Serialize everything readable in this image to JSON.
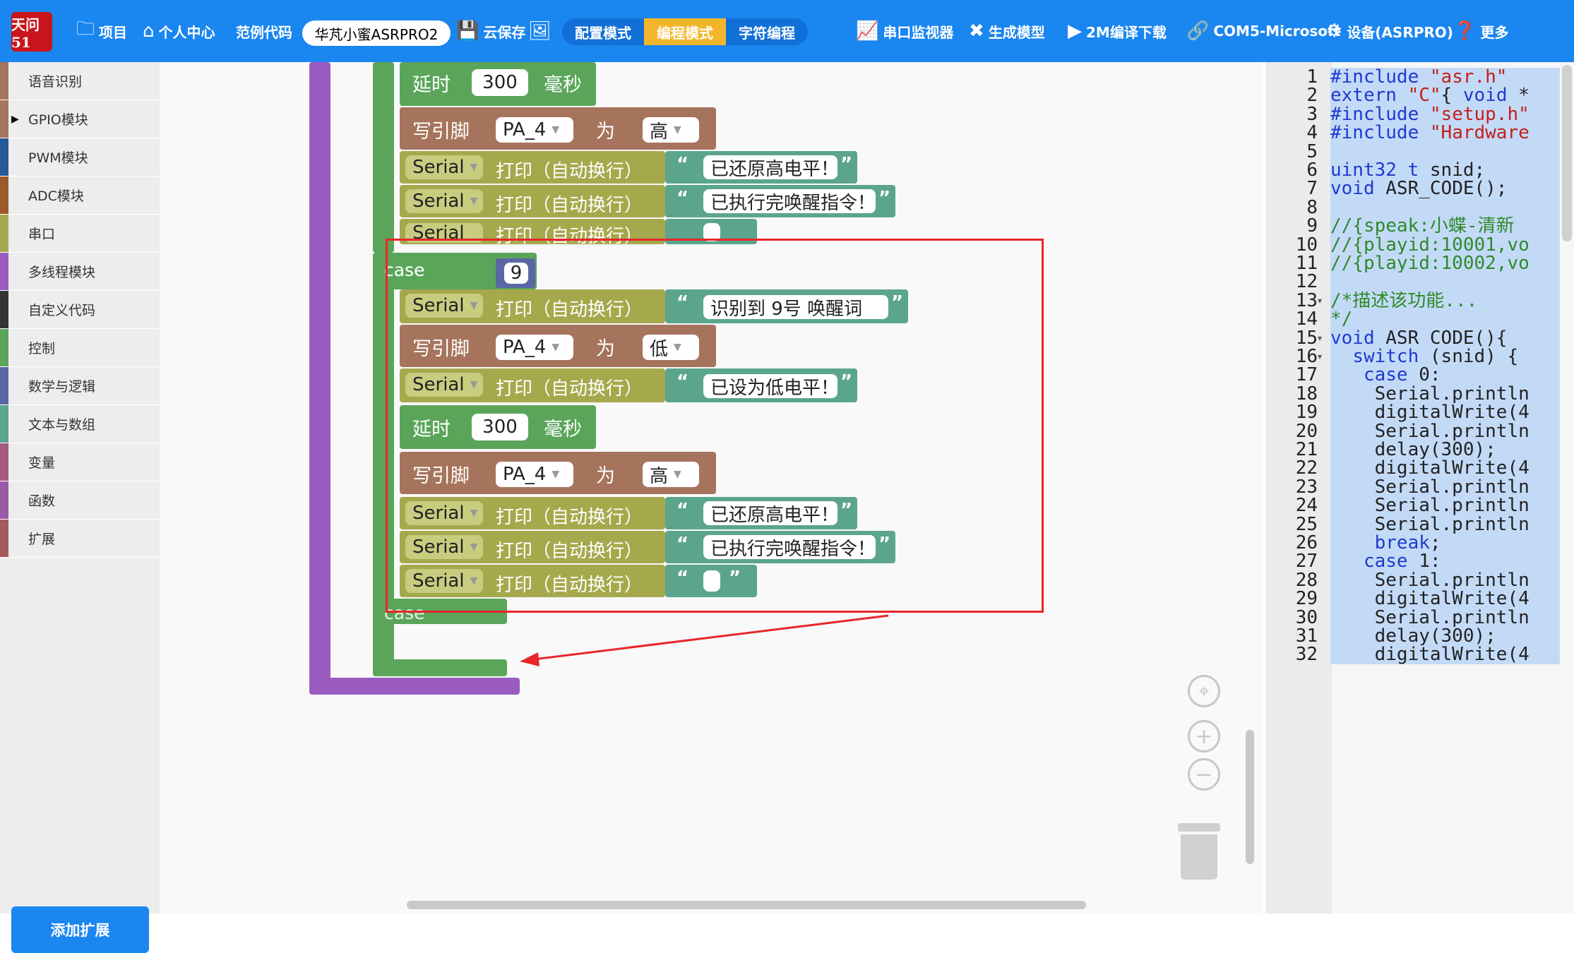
{
  "toolbar": {
    "logo_text": "天问51",
    "project": "项目",
    "personal": "个人中心",
    "examples": "范例代码",
    "board": "华芃小蜜ASRPRO2",
    "cloud_save": "云保存",
    "modes": [
      "配置模式",
      "编程模式",
      "字符编程"
    ],
    "active_mode": "编程模式",
    "serial_monitor": "串口监视器",
    "gen_model": "生成模型",
    "compile": "2M编译下载",
    "com_port": "COM5-Microsoft",
    "device": "设备(ASRPRO)",
    "more": "更多"
  },
  "sidebar": {
    "categories": [
      {
        "label": "语音识别",
        "color": "#a6745c"
      },
      {
        "label": "GPIO模块",
        "color": "#a6745c",
        "expanded": true
      },
      {
        "label": "PWM模块",
        "color": "#255a96"
      },
      {
        "label": "ADC模块",
        "color": "#9b5a2a"
      },
      {
        "label": "串口",
        "color": "#a5a94c"
      },
      {
        "label": "多线程模块",
        "color": "#9a5cc0"
      },
      {
        "label": "自定义代码",
        "color": "#333333"
      },
      {
        "label": "控制",
        "color": "#5ba55b"
      },
      {
        "label": "数学与逻辑",
        "color": "#5b67a5"
      },
      {
        "label": "文本与数组",
        "color": "#5ba58c"
      },
      {
        "label": "变量",
        "color": "#a55b80"
      },
      {
        "label": "函数",
        "color": "#995ba5"
      },
      {
        "label": "扩展",
        "color": "#a55b5b"
      }
    ],
    "add_extension": "添加扩展"
  },
  "blocks": {
    "delay_label": "延时",
    "delay_value": "300",
    "delay_unit": "毫秒",
    "write_pin_label": "写引脚",
    "pin": "PA_4",
    "as_label": "为",
    "level_high": "高",
    "level_low": "低",
    "serial": "Serial",
    "print_ln": "打印（自动换行）",
    "msg_restore_high": "已还原高电平！",
    "msg_exec_wake": "已执行完唤醒指令！",
    "msg_empty": "",
    "case_label": "case",
    "case_value": "9",
    "msg_recognized": "识别到 9号 唤醒词",
    "msg_set_low": "已设为低电平！"
  },
  "code": {
    "line_numbers": [
      "1",
      "2",
      "3",
      "4",
      "5",
      "6",
      "7",
      "8",
      "9",
      "10",
      "11",
      "12",
      "13",
      "14",
      "15",
      "16",
      "17",
      "18",
      "19",
      "20",
      "21",
      "22",
      "23",
      "24",
      "25",
      "26",
      "27",
      "28",
      "29",
      "30",
      "31",
      "32"
    ],
    "lines": [
      "#include \"asr.h\"",
      "extern \"C\"{ void *",
      "#include \"setup.h\"",
      "#include \"Hardware",
      "",
      "uint32_t snid;",
      "void ASR_CODE();",
      "",
      "//{speak:小蝶-清新",
      "//{playid:10001,vo",
      "//{playid:10002,vo",
      "",
      "/*描述该功能...",
      "*/",
      "void ASR_CODE(){",
      "  switch (snid) {",
      "   case 0:",
      "    Serial.println",
      "    digitalWrite(4",
      "    Serial.println",
      "    delay(300);",
      "    digitalWrite(4",
      "    Serial.println",
      "    Serial.println",
      "    Serial.println",
      "    break;",
      "   case 1:",
      "    Serial.println",
      "    digitalWrite(4",
      "    Serial.println",
      "    delay(300);",
      "    digitalWrite(4"
    ]
  },
  "colors": {
    "topbar": "#1a86f0",
    "mode_active": "#f3b62b",
    "annotation": "#e8262a",
    "control_block": "#5ba55b",
    "pin_block": "#a6745c",
    "serial_block": "#a5a94c",
    "text_block": "#5ba58c",
    "switch_block": "#9a5cc0",
    "number_block": "#5b67a5"
  }
}
